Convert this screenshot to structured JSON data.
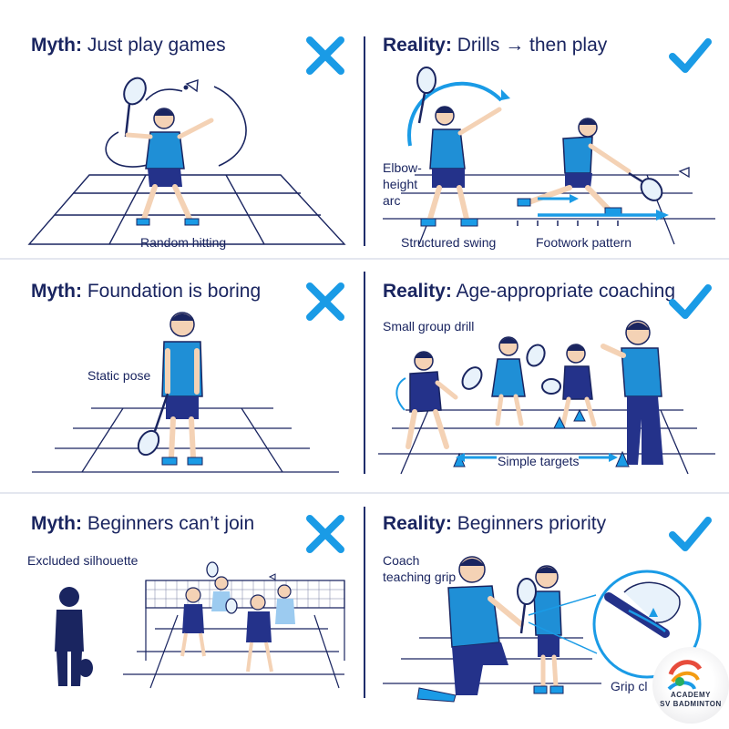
{
  "panels": [
    {
      "kind": "Myth:",
      "text": "Just play games",
      "mark": "cross-icon",
      "labels": [
        "Random hitting"
      ]
    },
    {
      "kind": "Reality:",
      "text": "Drills → then play",
      "mark": "check-icon",
      "labels": [
        "Elbow-",
        "height",
        "arc",
        "Structured swing",
        "Footwork pattern"
      ]
    },
    {
      "kind": "Myth:",
      "text": "Foundation is boring",
      "mark": "cross-icon",
      "labels": [
        "Static pose"
      ]
    },
    {
      "kind": "Reality:",
      "text": "Age-appropriate coaching",
      "mark": "check-icon",
      "labels": [
        "Small group drill",
        "Simple targets"
      ]
    },
    {
      "kind": "Myth:",
      "text": "Beginners can’t join",
      "mark": "cross-icon",
      "labels": [
        "Excluded silhouette"
      ]
    },
    {
      "kind": "Reality:",
      "text": "Beginners priority",
      "mark": "check-icon",
      "labels": [
        "Coach",
        "teaching grip",
        "Grip cl"
      ]
    }
  ],
  "logo": {
    "line1": "ACADEMY",
    "line2": "SV BADMINTON"
  },
  "colors": {
    "navy": "#1a2560",
    "accent": "#1a9be6",
    "shirt": "#1f8fd6",
    "shorts": "#24328a"
  }
}
